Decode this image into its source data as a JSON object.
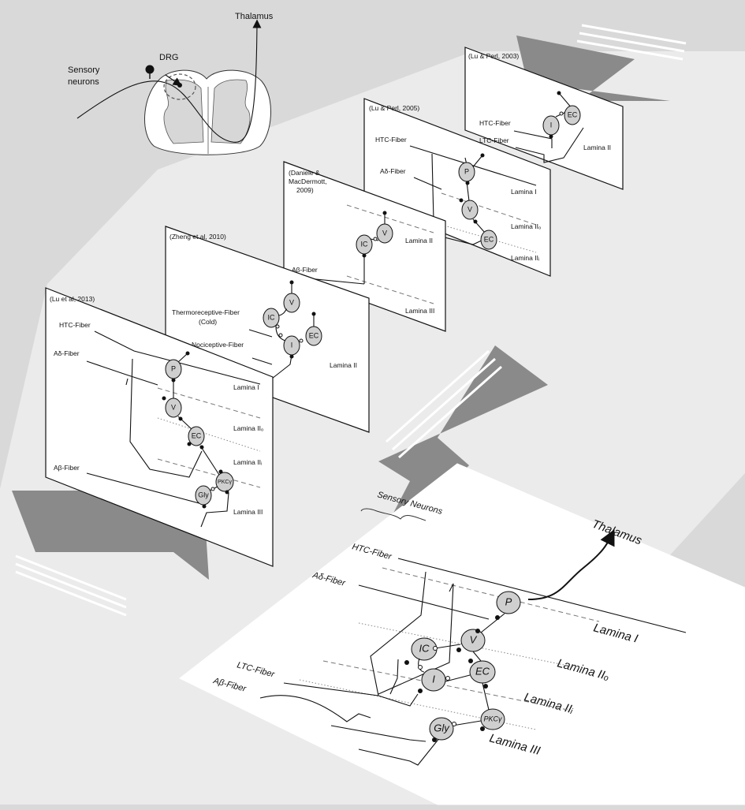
{
  "top_schematic": {
    "thalamus_label": "Thalamus",
    "drg_label": "DRG",
    "sensory_line1": "Sensory",
    "sensory_line2": "neurons"
  },
  "panels": {
    "p1": {
      "citation": "(Lu & Perl, 2003)",
      "fibers": [
        "HTC-Fiber",
        "LTC-Fiber"
      ],
      "laminae": [
        "Lamina II"
      ],
      "cells": [
        "I",
        "EC"
      ]
    },
    "p2": {
      "citation": "(Lu & Perl, 2005)",
      "fibers": [
        "HTC-Fiber",
        "Aδ-Fiber"
      ],
      "laminae": [
        "Lamina I",
        "Lamina IIₒ",
        "Lamina IIᵢ"
      ],
      "cells": [
        "P",
        "V",
        "EC"
      ]
    },
    "p3": {
      "citation_lines": [
        "(Daniele &",
        "MacDermott,",
        "2009)"
      ],
      "fibers": [
        "Aβ-Fiber"
      ],
      "laminae": [
        "Lamina II",
        "Lamina III"
      ],
      "cells": [
        "IC",
        "V"
      ]
    },
    "p4": {
      "citation": "(Zheng et al, 2010)",
      "fibers": [
        "Thermoreceptive-Fiber",
        "(Cold)",
        "Nociceptive-Fiber"
      ],
      "laminae": [
        "Lamina II"
      ],
      "cells": [
        "V",
        "IC",
        "EC",
        "I"
      ]
    },
    "p5": {
      "citation": "(Lu et al, 2013)",
      "fibers": [
        "HTC-Fiber",
        "Aδ-Fiber",
        "Aβ-Fiber"
      ],
      "laminae": [
        "Lamina I",
        "Lamina IIₒ",
        "Lamina IIᵢ",
        "Lamina III"
      ],
      "cells": [
        "P",
        "V",
        "EC",
        "PKCγ",
        "Gly"
      ]
    }
  },
  "summary": {
    "sensory_neurons_label": "Sensory Neurons",
    "thalamus_label": "Thalamus",
    "fibers": [
      "HTC-Fiber",
      "Aδ-Fiber",
      "LTC-Fiber",
      "Aβ-Fiber"
    ],
    "laminae": [
      "Lamina I",
      "Lamina IIₒ",
      "Lamina IIᵢ",
      "Lamina III"
    ],
    "cells": [
      "P",
      "V",
      "IC",
      "I",
      "EC",
      "Gly",
      "PKCγ"
    ]
  },
  "colors": {
    "background": "#d9d9d9",
    "panel": "#ffffff",
    "arrow": "#8a8a8a",
    "cell_fill": "#cfcfcf"
  }
}
